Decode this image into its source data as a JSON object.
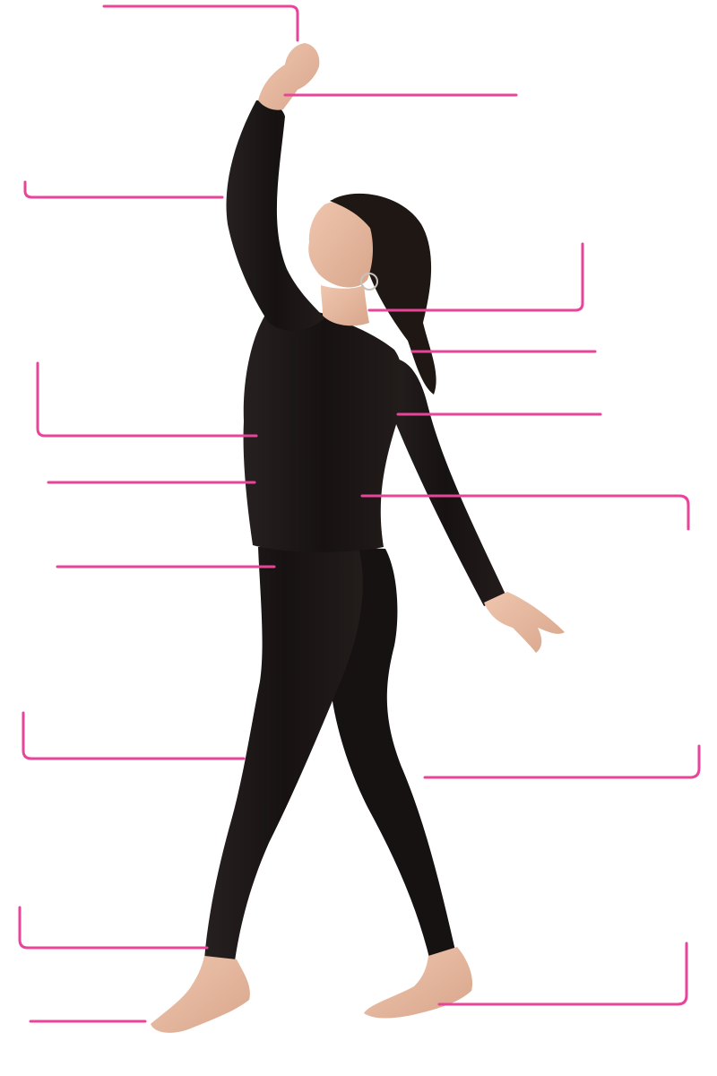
{
  "colors": {
    "background": "#ffffff",
    "leader_line": "#e8459a",
    "clothing": "#1b1514",
    "hair": "#1f1713",
    "skin": "#e3b69e"
  },
  "figure": {
    "subject": "woman-in-black-long-sleeve-top-and-leggings",
    "pose": "walking-with-right-arm-raised"
  },
  "callouts": [
    {
      "name": "callout-hand-raised"
    },
    {
      "name": "callout-wrist"
    },
    {
      "name": "callout-upper-arm-raised"
    },
    {
      "name": "callout-neck"
    },
    {
      "name": "callout-shoulder"
    },
    {
      "name": "callout-chest"
    },
    {
      "name": "callout-upper-arm-back"
    },
    {
      "name": "callout-waist"
    },
    {
      "name": "callout-forearm-back"
    },
    {
      "name": "callout-hip"
    },
    {
      "name": "callout-thigh-front"
    },
    {
      "name": "callout-calf-back"
    },
    {
      "name": "callout-ankle-front"
    },
    {
      "name": "callout-foot-front"
    },
    {
      "name": "callout-heel-back"
    }
  ]
}
